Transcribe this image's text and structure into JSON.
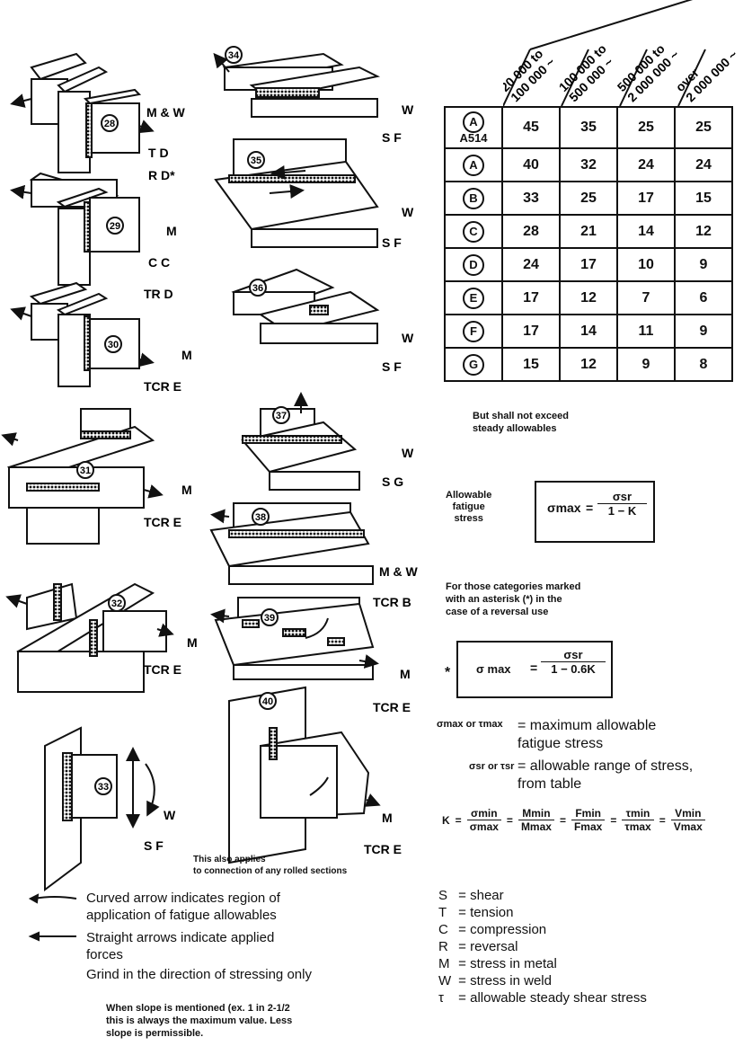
{
  "column_headers": [
    "20 000 to\n100 000 ~",
    "100 000 to\n500 000 ~",
    "500 000 to\n2 000 000 ~",
    "over\n2 000 000 ~"
  ],
  "table_rows": [
    {
      "cat": "A",
      "sub": "A514",
      "v": [
        "45",
        "35",
        "25",
        "25"
      ]
    },
    {
      "cat": "A",
      "sub": "",
      "v": [
        "40",
        "32",
        "24",
        "24"
      ]
    },
    {
      "cat": "B",
      "sub": "",
      "v": [
        "33",
        "25",
        "17",
        "15"
      ]
    },
    {
      "cat": "C",
      "sub": "",
      "v": [
        "28",
        "21",
        "14",
        "12"
      ]
    },
    {
      "cat": "D",
      "sub": "",
      "v": [
        "24",
        "17",
        "10",
        "9"
      ]
    },
    {
      "cat": "E",
      "sub": "",
      "v": [
        "17",
        "12",
        "7",
        "6"
      ]
    },
    {
      "cat": "F",
      "sub": "",
      "v": [
        "17",
        "14",
        "11",
        "9"
      ]
    },
    {
      "cat": "G",
      "sub": "",
      "v": [
        "15",
        "12",
        "9",
        "8"
      ]
    }
  ],
  "table_note": "But shall not exceed\nsteady allowables",
  "allowable_label": "Allowable\nfatigue\nstress",
  "formula_main": {
    "lhs": "σmax",
    "num": "σsr",
    "den": "1 − K"
  },
  "reversal_note": "For those categories marked\nwith an asterisk (*) in the\ncase of a reversal use",
  "formula_rev": {
    "mark": "*",
    "lhs": "σ max",
    "num": "σsr",
    "den": "1 − 0.6K"
  },
  "def1": {
    "sym": "σmax or τmax",
    "text": "= maximum allowable\nfatigue stress"
  },
  "def2": {
    "sym": "σsr or τsr",
    "text": "= allowable range of stress,\nfrom table"
  },
  "k_formula": {
    "lead": "K",
    "terms": [
      [
        "σmin",
        "σmax"
      ],
      [
        "Mmin",
        "Mmax"
      ],
      [
        "Fmin",
        "Fmax"
      ],
      [
        "τmin",
        "τmax"
      ],
      [
        "Vmin",
        "Vmax"
      ]
    ]
  },
  "abbrev": [
    {
      "k": "S",
      "v": "shear"
    },
    {
      "k": "T",
      "v": "tension"
    },
    {
      "k": "C",
      "v": "compression"
    },
    {
      "k": "R",
      "v": "reversal"
    },
    {
      "k": "M",
      "v": "stress in metal"
    },
    {
      "k": "W",
      "v": "stress in weld"
    },
    {
      "k": "τ",
      "v": "allowable steady shear stress"
    }
  ],
  "legend": {
    "curved": "Curved arrow indicates region of\napplication of fatigue allowables",
    "straight": "Straight arrows indicate applied\nforces",
    "grind": "Grind in the direction of stressing only",
    "slope": "When slope is mentioned (ex. 1 in 2-1/2\nthis is always the maximum value. Less\nslope is permissible."
  },
  "note_40": "This also applies\nto connection of any rolled sections",
  "joints": {
    "j28": {
      "num": "28",
      "labels": [
        "M & W",
        "T D",
        "R D*"
      ]
    },
    "j29": {
      "num": "29",
      "labels": [
        "M",
        "C C",
        "TR D"
      ]
    },
    "j30": {
      "num": "30",
      "labels": [
        "M",
        "TCR E"
      ]
    },
    "j31": {
      "num": "31",
      "labels": [
        "M",
        "TCR E"
      ]
    },
    "j32": {
      "num": "32",
      "labels": [
        "M",
        "TCR E"
      ]
    },
    "j33": {
      "num": "33",
      "labels": [
        "W",
        "S F"
      ]
    },
    "j34": {
      "num": "34",
      "labels": [
        "W",
        "S F"
      ]
    },
    "j35": {
      "num": "35",
      "labels": [
        "W",
        "S F"
      ]
    },
    "j36": {
      "num": "36",
      "labels": [
        "W",
        "S F"
      ]
    },
    "j37": {
      "num": "37",
      "labels": [
        "W",
        "S G"
      ]
    },
    "j38": {
      "num": "38",
      "labels": [
        "M & W",
        "TCR B"
      ]
    },
    "j39": {
      "num": "39",
      "labels": [
        "M",
        "TCR E"
      ]
    },
    "j40": {
      "num": "40",
      "labels": [
        "M",
        "TCR E"
      ]
    }
  }
}
